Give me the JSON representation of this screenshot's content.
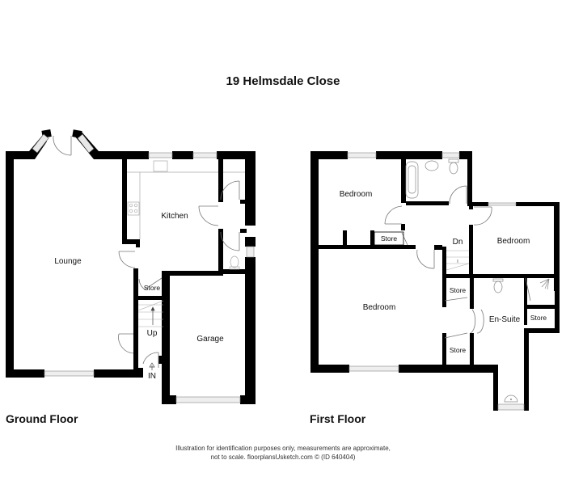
{
  "title": "19 Helmsdale Close",
  "floors": [
    {
      "name": "Ground Floor",
      "rooms": {
        "lounge": "Lounge",
        "kitchen": "Kitchen",
        "store": "Store",
        "garage": "Garage",
        "stairs": "Up",
        "entrance": "IN"
      }
    },
    {
      "name": "First Floor",
      "rooms": {
        "bedroom_1": "Bedroom",
        "bedroom_2": "Bedroom",
        "bedroom_3": "Bedroom",
        "store_landing": "Store",
        "store_1": "Store",
        "store_2": "Store",
        "store_ensuite": "Store",
        "ensuite": "En-Suite",
        "stairs": "Dn"
      }
    }
  ],
  "footer": {
    "line1": "Illustration for identification purposes only, measurements are approximate,",
    "line2": "not to scale. floorplansUsketch.com © (ID 640404)"
  },
  "colors": {
    "wall": "#000000",
    "window": "#dddddd",
    "fixture": "#888888",
    "background": "#ffffff"
  }
}
